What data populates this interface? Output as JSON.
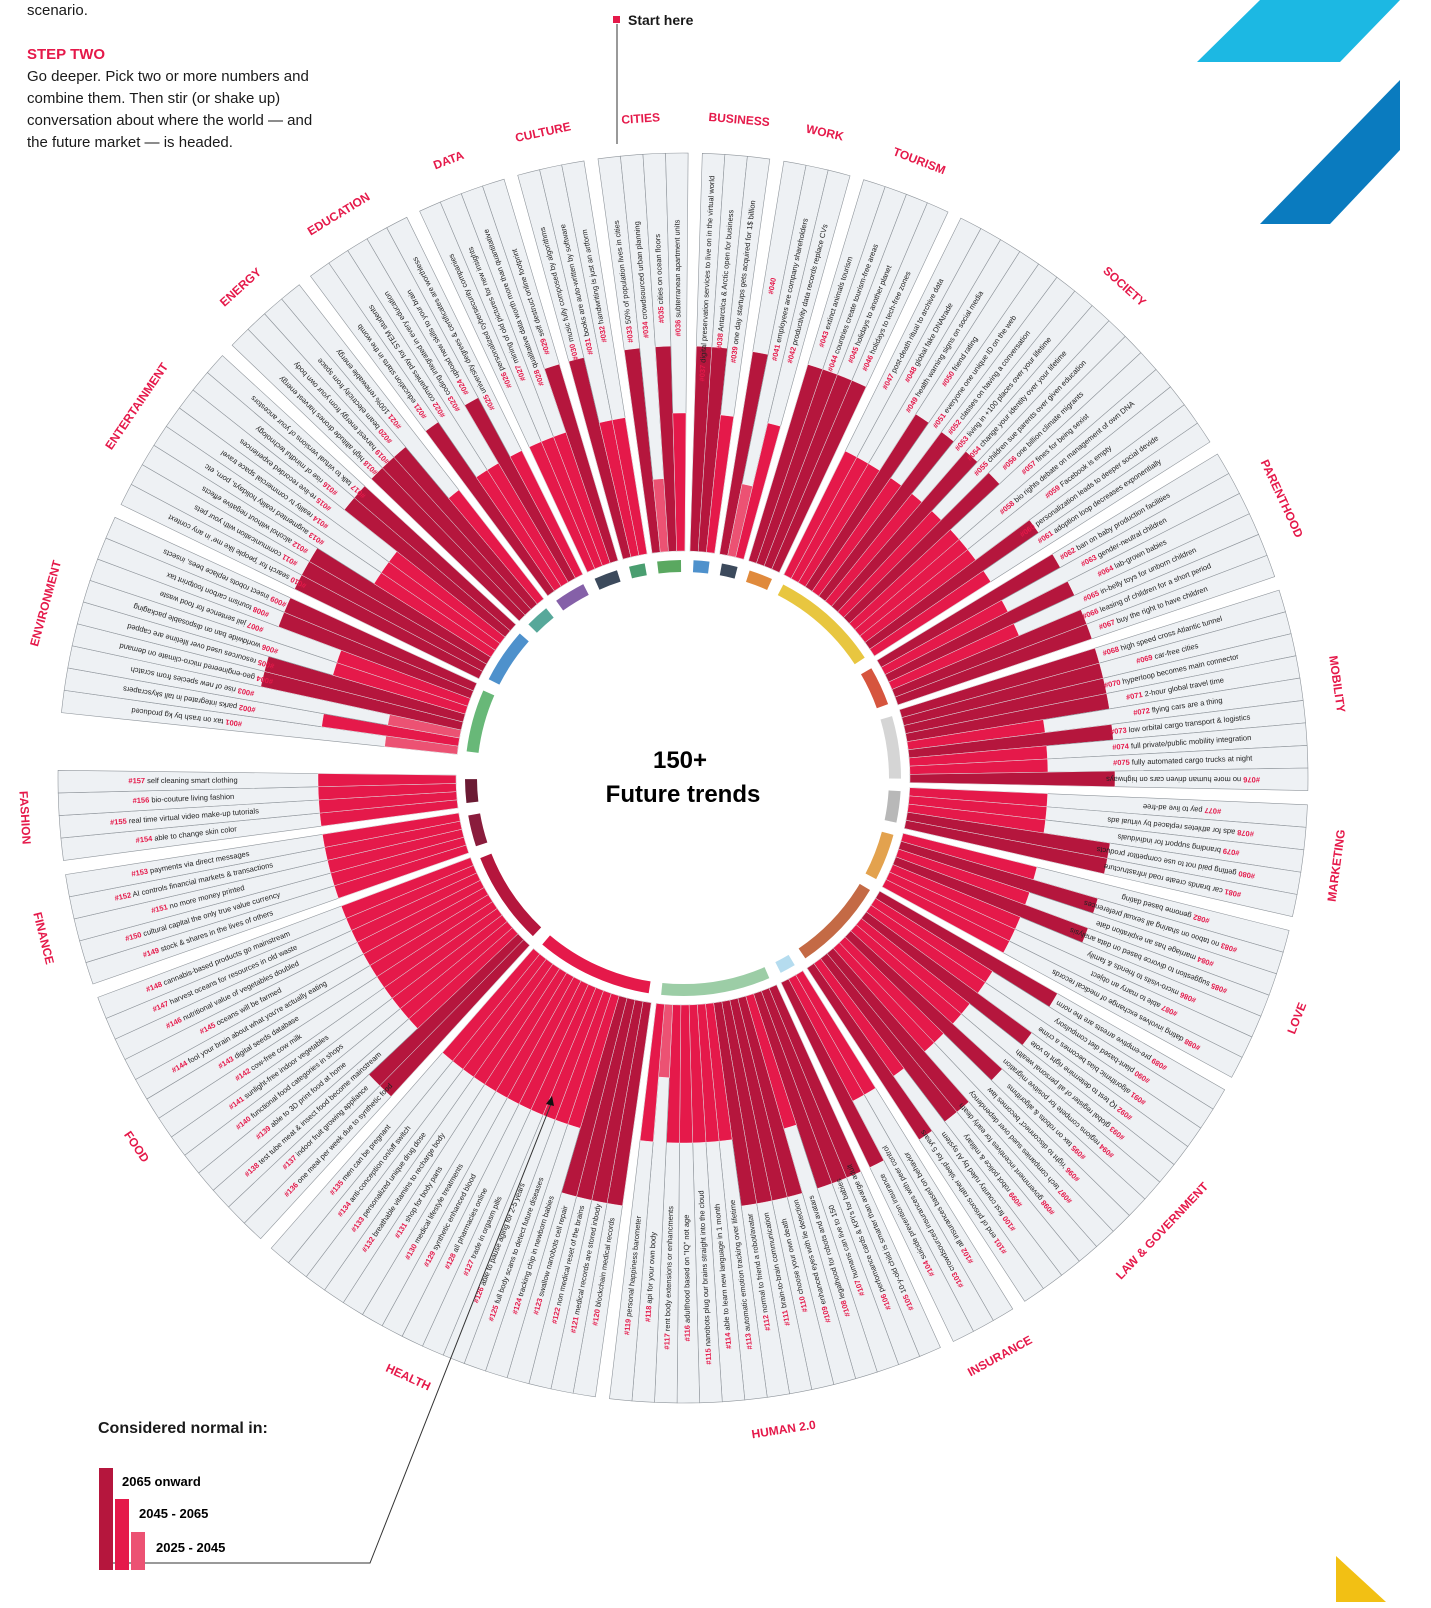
{
  "intro": {
    "line1": "scenario.",
    "step_label": "STEP TWO",
    "step_text": "Go deeper. Pick two or more numbers and combine them. Then stir (or shake up) conversation about where the world — and the future market — is headed."
  },
  "start_label": "Start here",
  "center": {
    "line1": "150+",
    "line2": "Future trends"
  },
  "legend": {
    "title": "Considered normal in:",
    "items": [
      {
        "label": "2065 onward",
        "color": "#b5163d",
        "level": 3
      },
      {
        "label": "2045 - 2065",
        "color": "#e5194a",
        "level": 2
      },
      {
        "label": "2025 - 2045",
        "color": "#ec5273",
        "level": 1
      }
    ]
  },
  "colors": {
    "accent": "#e5194a",
    "dark": "#b5163d",
    "light": "#ec5273",
    "cell": "#eef1f4",
    "grid": "#8f959b"
  },
  "categories": [
    {
      "name": "ENVIRONMENT",
      "color": "#68b878",
      "trends": [
        [
          "#001",
          "tax on trash by kg produced",
          1
        ],
        [
          "#002",
          "parks integrated in tall skyscrapers",
          2
        ],
        [
          "#003",
          "rise of new species from scratch",
          1
        ],
        [
          "#004",
          "geo-engineered micro-climate on demand",
          3
        ],
        [
          "#005",
          "resources used over lifetime are capped",
          3
        ],
        [
          "#006",
          "worldwide ban on disposable packaging",
          2
        ],
        [
          "#007",
          "jail sentence for food waste",
          2
        ],
        [
          "#008",
          "tourism carbon footprint tax",
          3
        ],
        [
          "#009",
          "insect robots replace bees, insects",
          3
        ]
      ]
    },
    {
      "name": "ENTERTAINMENT",
      "color": "#4e91cc",
      "trends": [
        [
          "#010",
          "search for 'people like me' in any context",
          3
        ],
        [
          "#011",
          "communication with your pets",
          3
        ],
        [
          "#012",
          "alcohol without negative effects",
          3
        ],
        [
          "#013",
          "augmented reality holidays, porn, etc",
          2
        ],
        [
          "#014",
          "reality tv commercial space travel",
          2
        ],
        [
          "#015",
          "re-live recorded experiences",
          2
        ],
        [
          "#016",
          "rise of mindful technology",
          3
        ],
        [
          "#017",
          "talk to virtual versions of your ancestors",
          3
        ]
      ]
    },
    {
      "name": "ENERGY",
      "color": "#57a89a",
      "trends": [
        [
          "#018",
          "high altitude drones harvest energy",
          3
        ],
        [
          "#019",
          "harvest energy from your own body",
          3
        ],
        [
          "#020",
          "beam electricity from space",
          3
        ],
        [
          "#021",
          "100% renewable energy",
          2
        ]
      ]
    },
    {
      "name": "EDUCATION",
      "color": "#8560a8",
      "trends": [
        [
          "#021",
          "education starts in the womb",
          3
        ],
        [
          "#022",
          "companies pay for STEM students",
          2
        ],
        [
          "#023",
          "coding integrated in every education",
          2
        ],
        [
          "#024",
          "upload new skills to your brain",
          3
        ],
        [
          "#025",
          "university degrees & certificates are worthless",
          2
        ]
      ]
    },
    {
      "name": "DATA",
      "color": "#3c4a5c",
      "trends": [
        [
          "#026",
          "personalized cybersecurity companies",
          2
        ],
        [
          "#027",
          "mining of old pictures for new insights",
          2
        ],
        [
          "#028",
          "qualitative data worth more than quantitative",
          2
        ],
        [
          "#029",
          "self destruct online footprint",
          3
        ]
      ]
    },
    {
      "name": "CULTURE",
      "color": "#4a9e70",
      "trends": [
        [
          "#030",
          "music fully composed by algorithms",
          3
        ],
        [
          "#031",
          "books are auto-written by software",
          2
        ],
        [
          "#032",
          "handwriting is just an artform",
          2
        ]
      ]
    },
    {
      "name": "CITIES",
      "color": "#5aa860",
      "trends": [
        [
          "#033",
          "50% of population lives in cities",
          3
        ],
        [
          "#034",
          "crowdsourced urban planning",
          1
        ],
        [
          "#035",
          "cities on ocean floors",
          3
        ],
        [
          "#036",
          "subterranean apartment units",
          2
        ]
      ]
    },
    {
      "name": "BUSINESS",
      "color": "#4e91cc",
      "trends": [
        [
          "#037",
          "digital preservation services to live on in the virtual world",
          3
        ],
        [
          "#038",
          "Antarctica & Arctic open for business",
          3
        ],
        [
          "#039",
          "one day startups gets acquired for 1$ billion",
          2
        ]
      ]
    },
    {
      "name": "WORK",
      "color": "#3c4a5c",
      "trends": [
        [
          "#040",
          "",
          3
        ],
        [
          "#041",
          "employees are company shareholders",
          1
        ],
        [
          "#042",
          "productivity data records replace CVs",
          2
        ]
      ]
    },
    {
      "name": "TOURISM",
      "color": "#e08a3c",
      "trends": [
        [
          "#043",
          "extinct animals tourism",
          3
        ],
        [
          "#044",
          "countries create tourism-free areas",
          3
        ],
        [
          "#045",
          "holidays to another planet",
          3
        ],
        [
          "#046",
          "holidays to tech-free zones",
          3
        ]
      ]
    },
    {
      "name": "SOCIETY",
      "color": "#e8c640",
      "trends": [
        [
          "#047",
          "post-death ritual to archive data",
          2
        ],
        [
          "#048",
          "global fake DNAtrade",
          2
        ],
        [
          "#049",
          "health warning signs on social media",
          2
        ],
        [
          "#050",
          "friend rating",
          3
        ],
        [
          "#051",
          "everyone one unique ID on the web",
          2
        ],
        [
          "#052",
          "classes on having a conversation",
          3
        ],
        [
          "#053",
          "living in +100 places over your lifetime",
          2
        ],
        [
          "#054",
          "change your identity over your lifetime",
          3
        ],
        [
          "#055",
          "children sue parents over given education",
          2
        ],
        [
          "#056",
          "one billion climate migrants",
          3
        ],
        [
          "#057",
          "fines for being sexist",
          2
        ],
        [
          "#058",
          "bio rights debate on management of own DNA",
          2
        ],
        [
          "#059",
          "Facebook is empty",
          2
        ],
        [
          "#060",
          "personalization leads to deeper social devide",
          3
        ],
        [
          "#061",
          "adoption loop decreases exponentially",
          2
        ]
      ]
    },
    {
      "name": "PARENTHOOD",
      "color": "#d6553e",
      "trends": [
        [
          "#062",
          "ban on baby production facilities",
          3
        ],
        [
          "#063",
          "gender-neutral children",
          2
        ],
        [
          "#064",
          "lab-grown babies",
          3
        ],
        [
          "#065",
          "in-belly toys for unborn children",
          2
        ],
        [
          "#066",
          "leasing of children for a short period",
          3
        ],
        [
          "#067",
          "buy the right to have children",
          3
        ]
      ]
    },
    {
      "name": "MOBILITY",
      "color": "#d5d5d5",
      "trends": [
        [
          "#068",
          "high speed cross Atlantic tunnel",
          3
        ],
        [
          "#069",
          "car-free cities",
          3
        ],
        [
          "#070",
          "hyperloop becomes main connector",
          3
        ],
        [
          "#071",
          "2-hour global travel time",
          3
        ],
        [
          "#072",
          "flying cars are a thing",
          2
        ],
        [
          "#073",
          "low orbital cargo transport & logistics",
          3
        ],
        [
          "#074",
          "full private/public mobility integration",
          2
        ],
        [
          "#075",
          "fully automated cargo trucks at night",
          2
        ],
        [
          "#076",
          "no more human driven cars on highways",
          3
        ]
      ]
    },
    {
      "name": "MARKETING",
      "color": "#b8b8b8",
      "trends": [
        [
          "#077",
          "pay to live ad-free",
          2
        ],
        [
          "#078",
          "ads for athletes replaced by virtual ads",
          2
        ],
        [
          "#079",
          "branding support for individuals",
          2
        ],
        [
          "#080",
          "getting paid not to use competitor products",
          3
        ],
        [
          "#081",
          "car brands create road infrastructure",
          3
        ]
      ]
    },
    {
      "name": "LOVE",
      "color": "#e3a24e",
      "trends": [
        [
          "#082",
          "genome based dating",
          2
        ],
        [
          "#083",
          "no taboo on sharing all sexual preferences",
          3
        ],
        [
          "#084",
          "marriage has an expiration date",
          2
        ],
        [
          "#085",
          "suggestion to divorce based on data analysis",
          3
        ],
        [
          "#086",
          "micro-visits to friends & family",
          2
        ],
        [
          "#087",
          "able to marry an object",
          2
        ],
        [
          "#088",
          "dating involves exchange of medical records",
          2
        ]
      ]
    },
    {
      "name": "LAW & GOVERNMENT",
      "color": "#c46a45",
      "trends": [
        [
          "#089",
          "pre-emptive arrests are the norm",
          3
        ],
        [
          "#090",
          "plant-based diet compulsory",
          2
        ],
        [
          "#091",
          "algorithmic bias becomes a crime",
          2
        ],
        [
          "#092",
          "IQ test to determine right to vote",
          3
        ],
        [
          "#093",
          "global register of all personal wealth",
          2
        ],
        [
          "#094",
          "regions compete for positive migration",
          2
        ],
        [
          "#095",
          "tax on robots & algorithms",
          3
        ],
        [
          "#096",
          "'right to disconnect' becomes law",
          2
        ],
        [
          "#097",
          "tech companies sued over dependency",
          2
        ],
        [
          "#098",
          "government incentives for early death",
          3
        ],
        [
          "#099",
          "robot police & military",
          3
        ],
        [
          "#100",
          "first country ruled by AI system",
          2
        ],
        [
          "#101",
          "end of prisons rather 'sleep' for 5 years",
          3
        ]
      ]
    },
    {
      "name": "INSURANCE",
      "color": "#b5dcef",
      "trends": [
        [
          "#102",
          "all insurances based on behavior",
          2
        ],
        [
          "#103",
          "crowdsourced insurances with peer control",
          2
        ],
        [
          "#104",
          "suicide prevention insurance",
          3
        ]
      ]
    },
    {
      "name": "HUMAN 2.0",
      "color": "#9ccda6",
      "trends": [
        [
          "#105",
          "10-y-old child is smarter than avarge adult",
          3
        ],
        [
          "#106",
          "perfomance cards & KPI's for babies",
          3
        ],
        [
          "#107",
          "humans can live to 150",
          3
        ],
        [
          "#108",
          "legalhood for robots and avatars",
          2
        ],
        [
          "#109",
          "enhanced eyes with lie detection",
          3
        ],
        [
          "#110",
          "choose your own death",
          3
        ],
        [
          "#111",
          "brain-to-brain communication",
          3
        ],
        [
          "#112",
          "normal to friend a robot/avatar",
          3
        ],
        [
          "#113",
          "automatic emotion tracking over lifetime",
          2
        ],
        [
          "#114",
          "able to learn new language in 1 month",
          2
        ],
        [
          "#115",
          "nanobots plug our brains straight into the cloud",
          2
        ],
        [
          "#116",
          "adulthood based on \"IQ\" not age",
          2
        ],
        [
          "#117",
          "rent body extensions or enhancments",
          2
        ],
        [
          "#118",
          "api for your own body",
          1
        ],
        [
          "#119",
          "personal happiness barometer",
          2
        ]
      ]
    },
    {
      "name": "HEALTH",
      "color": "#e5194a",
      "trends": [
        [
          "#120",
          "blockchain medical records",
          3
        ],
        [
          "#121",
          "medical records are stored inbody",
          3
        ],
        [
          "#122",
          "non medical reset of the brains",
          3
        ],
        [
          "#123",
          "swallow nanobots cell repair",
          3
        ],
        [
          "#124",
          "tracking chip in newborn babies",
          2
        ],
        [
          "#125",
          "full body scans to detect future diseases",
          2
        ],
        [
          "#126",
          "able to pause aging for 2-5 years",
          2
        ],
        [
          "#127",
          "trade in orgasm pills",
          2
        ],
        [
          "#128",
          "all pharmacies online",
          2
        ],
        [
          "#129",
          "synthetic enhanced blood",
          2
        ],
        [
          "#130",
          "medical lifestyle treatments",
          2
        ],
        [
          "#131",
          "shop for body parts",
          2
        ],
        [
          "#132",
          "breathable vitamins to recharge body",
          2
        ],
        [
          "#133",
          "personalized unique drug dose",
          2
        ],
        [
          "#134",
          "anti-conception on/off switch",
          2
        ],
        [
          "#135",
          "men can be pregnant",
          2
        ]
      ]
    },
    {
      "name": "FOOD",
      "color": "#b5163d",
      "trends": [
        [
          "#136",
          "one meal per week due to synthetic food",
          3
        ],
        [
          "#137",
          "indoor fruit growing appliance",
          3
        ],
        [
          "#138",
          "test tube meat & insect food become mainstream",
          2
        ],
        [
          "#139",
          "able to 3D print food at home",
          2
        ],
        [
          "#140",
          "functional food categories in shops",
          2
        ],
        [
          "#141",
          "sunlight-free indoor vegetables",
          2
        ],
        [
          "#142",
          "cow-free cow milk",
          2
        ],
        [
          "#143",
          "digital seeds database",
          2
        ],
        [
          "#144",
          "fool your brain about what you're actually eating",
          2
        ],
        [
          "#145",
          "oceans will be farmed",
          2
        ],
        [
          "#146",
          "nutritional value of vegetables doubled",
          2
        ],
        [
          "#147",
          "harvest oceans for resources in old waste",
          2
        ],
        [
          "#148",
          "cannabis-based products go mainstream",
          2
        ]
      ]
    },
    {
      "name": "FINANCE",
      "color": "#8a1c3c",
      "trends": [
        [
          "#149",
          "stock & shares in the lives of others",
          2
        ],
        [
          "#150",
          "cultural capital the only true value currency",
          2
        ],
        [
          "#151",
          "no more money printed",
          2
        ],
        [
          "#152",
          "AI controls financial markets & transactions",
          2
        ],
        [
          "#153",
          "payments via direct messages",
          2
        ]
      ]
    },
    {
      "name": "FASHION",
      "color": "#6b1a33",
      "trends": [
        [
          "#154",
          "able to change skin color",
          2
        ],
        [
          "#155",
          "real time virtual video make-up tutorials",
          2
        ],
        [
          "#156",
          "bio-couture living fashion",
          2
        ],
        [
          "#157",
          "self cleaning smart clothing",
          2
        ]
      ]
    }
  ]
}
